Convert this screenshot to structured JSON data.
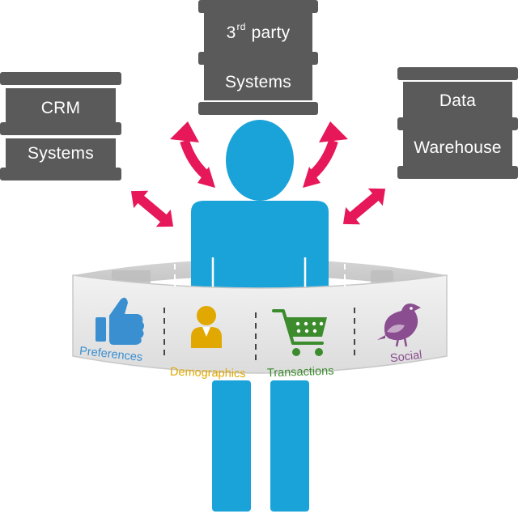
{
  "databases": {
    "crm": {
      "line1": "CRM",
      "line2": "Systems"
    },
    "third_party": {
      "line1_prefix": "3",
      "line1_sup": "rd",
      "line1_suffix": " party",
      "line2": "Systems"
    },
    "warehouse": {
      "line1": "Data",
      "line2": "Warehouse"
    }
  },
  "band": {
    "preferences": {
      "label": "Preferences",
      "icon": "thumbs-up-icon",
      "color": "#3a8fd0"
    },
    "demographics": {
      "label": "Demographics",
      "icon": "person-icon",
      "color": "#e0a800"
    },
    "transactions": {
      "label": "Transactions",
      "icon": "shopping-cart-icon",
      "color": "#3c8c2e"
    },
    "social": {
      "label": "Social",
      "icon": "bird-icon",
      "color": "#8a4d8f"
    }
  },
  "colors": {
    "person": "#1aa3d9",
    "arrows": "#e6185a",
    "database": "#5a5a5a",
    "band": "#e6e6e6"
  }
}
